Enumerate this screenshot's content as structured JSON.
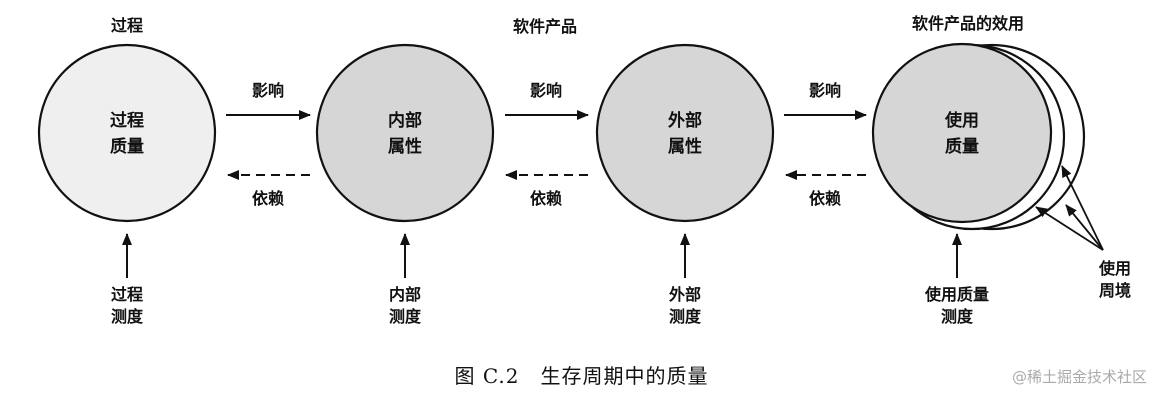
{
  "headers": {
    "process": "过程",
    "software_product": "软件产品",
    "product_effect": "软件产品的效用"
  },
  "circles": [
    {
      "line1": "过程",
      "line2": "质量"
    },
    {
      "line1": "内部",
      "line2": "属性"
    },
    {
      "line1": "外部",
      "line2": "属性"
    },
    {
      "line1": "使用",
      "line2": "质量"
    }
  ],
  "arrows": {
    "influence": "影响",
    "depend": "依赖"
  },
  "measures": [
    {
      "line1": "过程",
      "line2": "测度"
    },
    {
      "line1": "内部",
      "line2": "测度"
    },
    {
      "line1": "外部",
      "line2": "测度"
    },
    {
      "line1": "使用质量",
      "line2": "测度"
    }
  ],
  "context": {
    "line1": "使用",
    "line2": "周境"
  },
  "caption": "图 C.2　生存周期中的质量",
  "watermark": "@稀土掘金技术社区",
  "colors": {
    "circle_light": "#efefef",
    "circle_gray": "#d6d6d6",
    "stroke": "#111111"
  }
}
